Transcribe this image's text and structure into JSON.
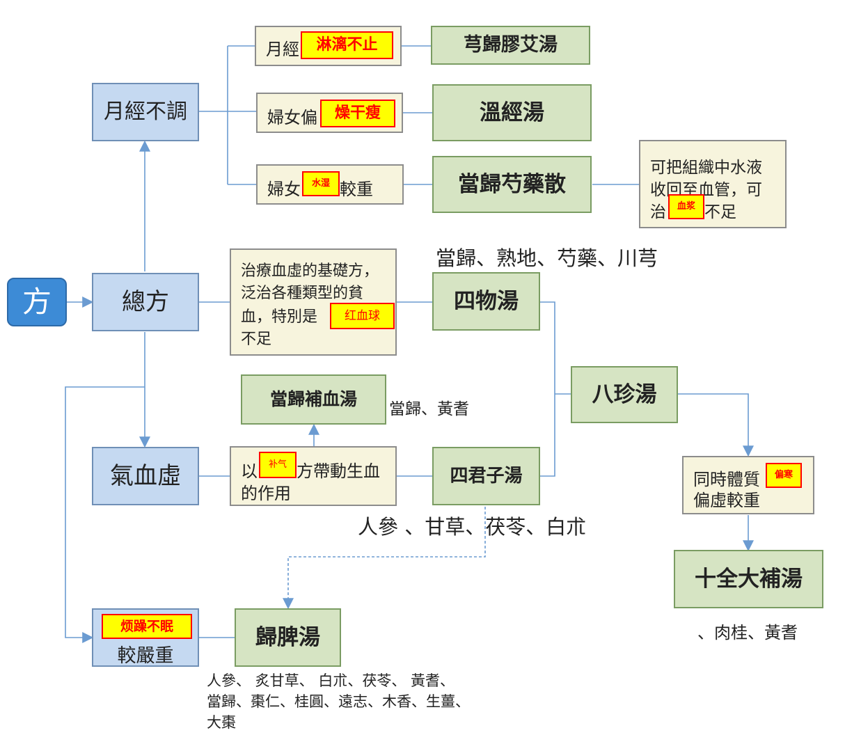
{
  "root": {
    "label": "方"
  },
  "categories": {
    "menstrual": "月經不調",
    "general": "總方",
    "qi_blood": "氣血虛",
    "severe": "較嚴重"
  },
  "conditions": {
    "c1_text": "月經",
    "c1_tag": "淋漓不止",
    "c2_text": "婦女偏",
    "c2_tag": "燥干瘦",
    "c3_text_a": "婦女",
    "c3_tag": "水湿",
    "c3_text_b": "較重",
    "general_desc_l1": "治療血虛的基礎方，",
    "general_desc_l2": "泛治各種類型的貧",
    "general_desc_l3": "血，特別是",
    "general_desc_tag": "红血球",
    "general_desc_l4": "不足",
    "qi_desc_a": "以",
    "qi_desc_tag": "补气",
    "qi_desc_b": "方帶動生血",
    "qi_desc_l2": "的作用",
    "severe_tag": "烦躁不眠",
    "body_a": "同時體質",
    "body_tag": "偏寒",
    "body_l2": "偏虛較重",
    "danggui_note_l1": "可把組織中水液",
    "danggui_note_l2": "收回至血管，可",
    "danggui_note_a": "治",
    "danggui_note_tag": "血浆",
    "danggui_note_b": "不足"
  },
  "formulas": {
    "f1": "芎歸膠艾湯",
    "f2": "溫經湯",
    "f3": "當歸芍藥散",
    "f4": "四物湯",
    "f5": "當歸補血湯",
    "f6": "四君子湯",
    "f7": "八珍湯",
    "f8": "十全大補湯",
    "f9": "歸脾湯"
  },
  "ingredients": {
    "siwu": "當歸、熟地、芍藥、川芎",
    "buxue": "當歸、黃耆",
    "sijunzi": "人參 、甘草、茯苓、白朮",
    "shiquan": "、肉桂、黃耆",
    "guipi_l1": "人參、 炙甘草、 白朮、茯苓、 黃耆、",
    "guipi_l2": "當歸、棗仁、桂圓、遠志、木香、生薑、",
    "guipi_l3": "大棗"
  },
  "colors": {
    "category_fill": "#c5d9f1",
    "formula_fill": "#d6e4c3",
    "note_fill": "#f7f4dd",
    "connector": "#6b9bd1",
    "highlight_fill": "#ffff00",
    "highlight_text": "#ff0000",
    "root_fill": "#3d8bd6"
  }
}
